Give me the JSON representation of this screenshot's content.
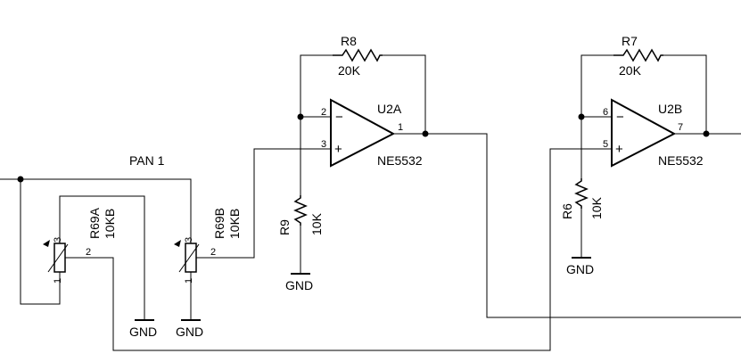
{
  "pan_label": "PAN 1",
  "opamps": {
    "u2a": {
      "ref": "U2A",
      "part": "NE5532",
      "pin_inv": "2",
      "pin_noninv": "3",
      "pin_out": "1",
      "sign_minus": "−",
      "sign_plus": "+"
    },
    "u2b": {
      "ref": "U2B",
      "part": "NE5532",
      "pin_inv": "6",
      "pin_noninv": "5",
      "pin_out": "7",
      "sign_minus": "−",
      "sign_plus": "+"
    }
  },
  "resistors": {
    "r8": {
      "ref": "R8",
      "value": "20K"
    },
    "r7": {
      "ref": "R7",
      "value": "20K"
    },
    "r9": {
      "ref": "R9",
      "value": "10K"
    },
    "r6": {
      "ref": "R6",
      "value": "10K"
    }
  },
  "pots": {
    "r69a": {
      "ref": "R69A",
      "value": "10KB",
      "pin1": "1",
      "pin2": "2",
      "pin3": "3"
    },
    "r69b": {
      "ref": "R69B",
      "value": "10KB",
      "pin1": "1",
      "pin2": "2",
      "pin3": "3"
    }
  },
  "grounds": {
    "gnd_r9": "GND",
    "gnd_r6": "GND",
    "gnd_a": "GND",
    "gnd_b": "GND"
  }
}
